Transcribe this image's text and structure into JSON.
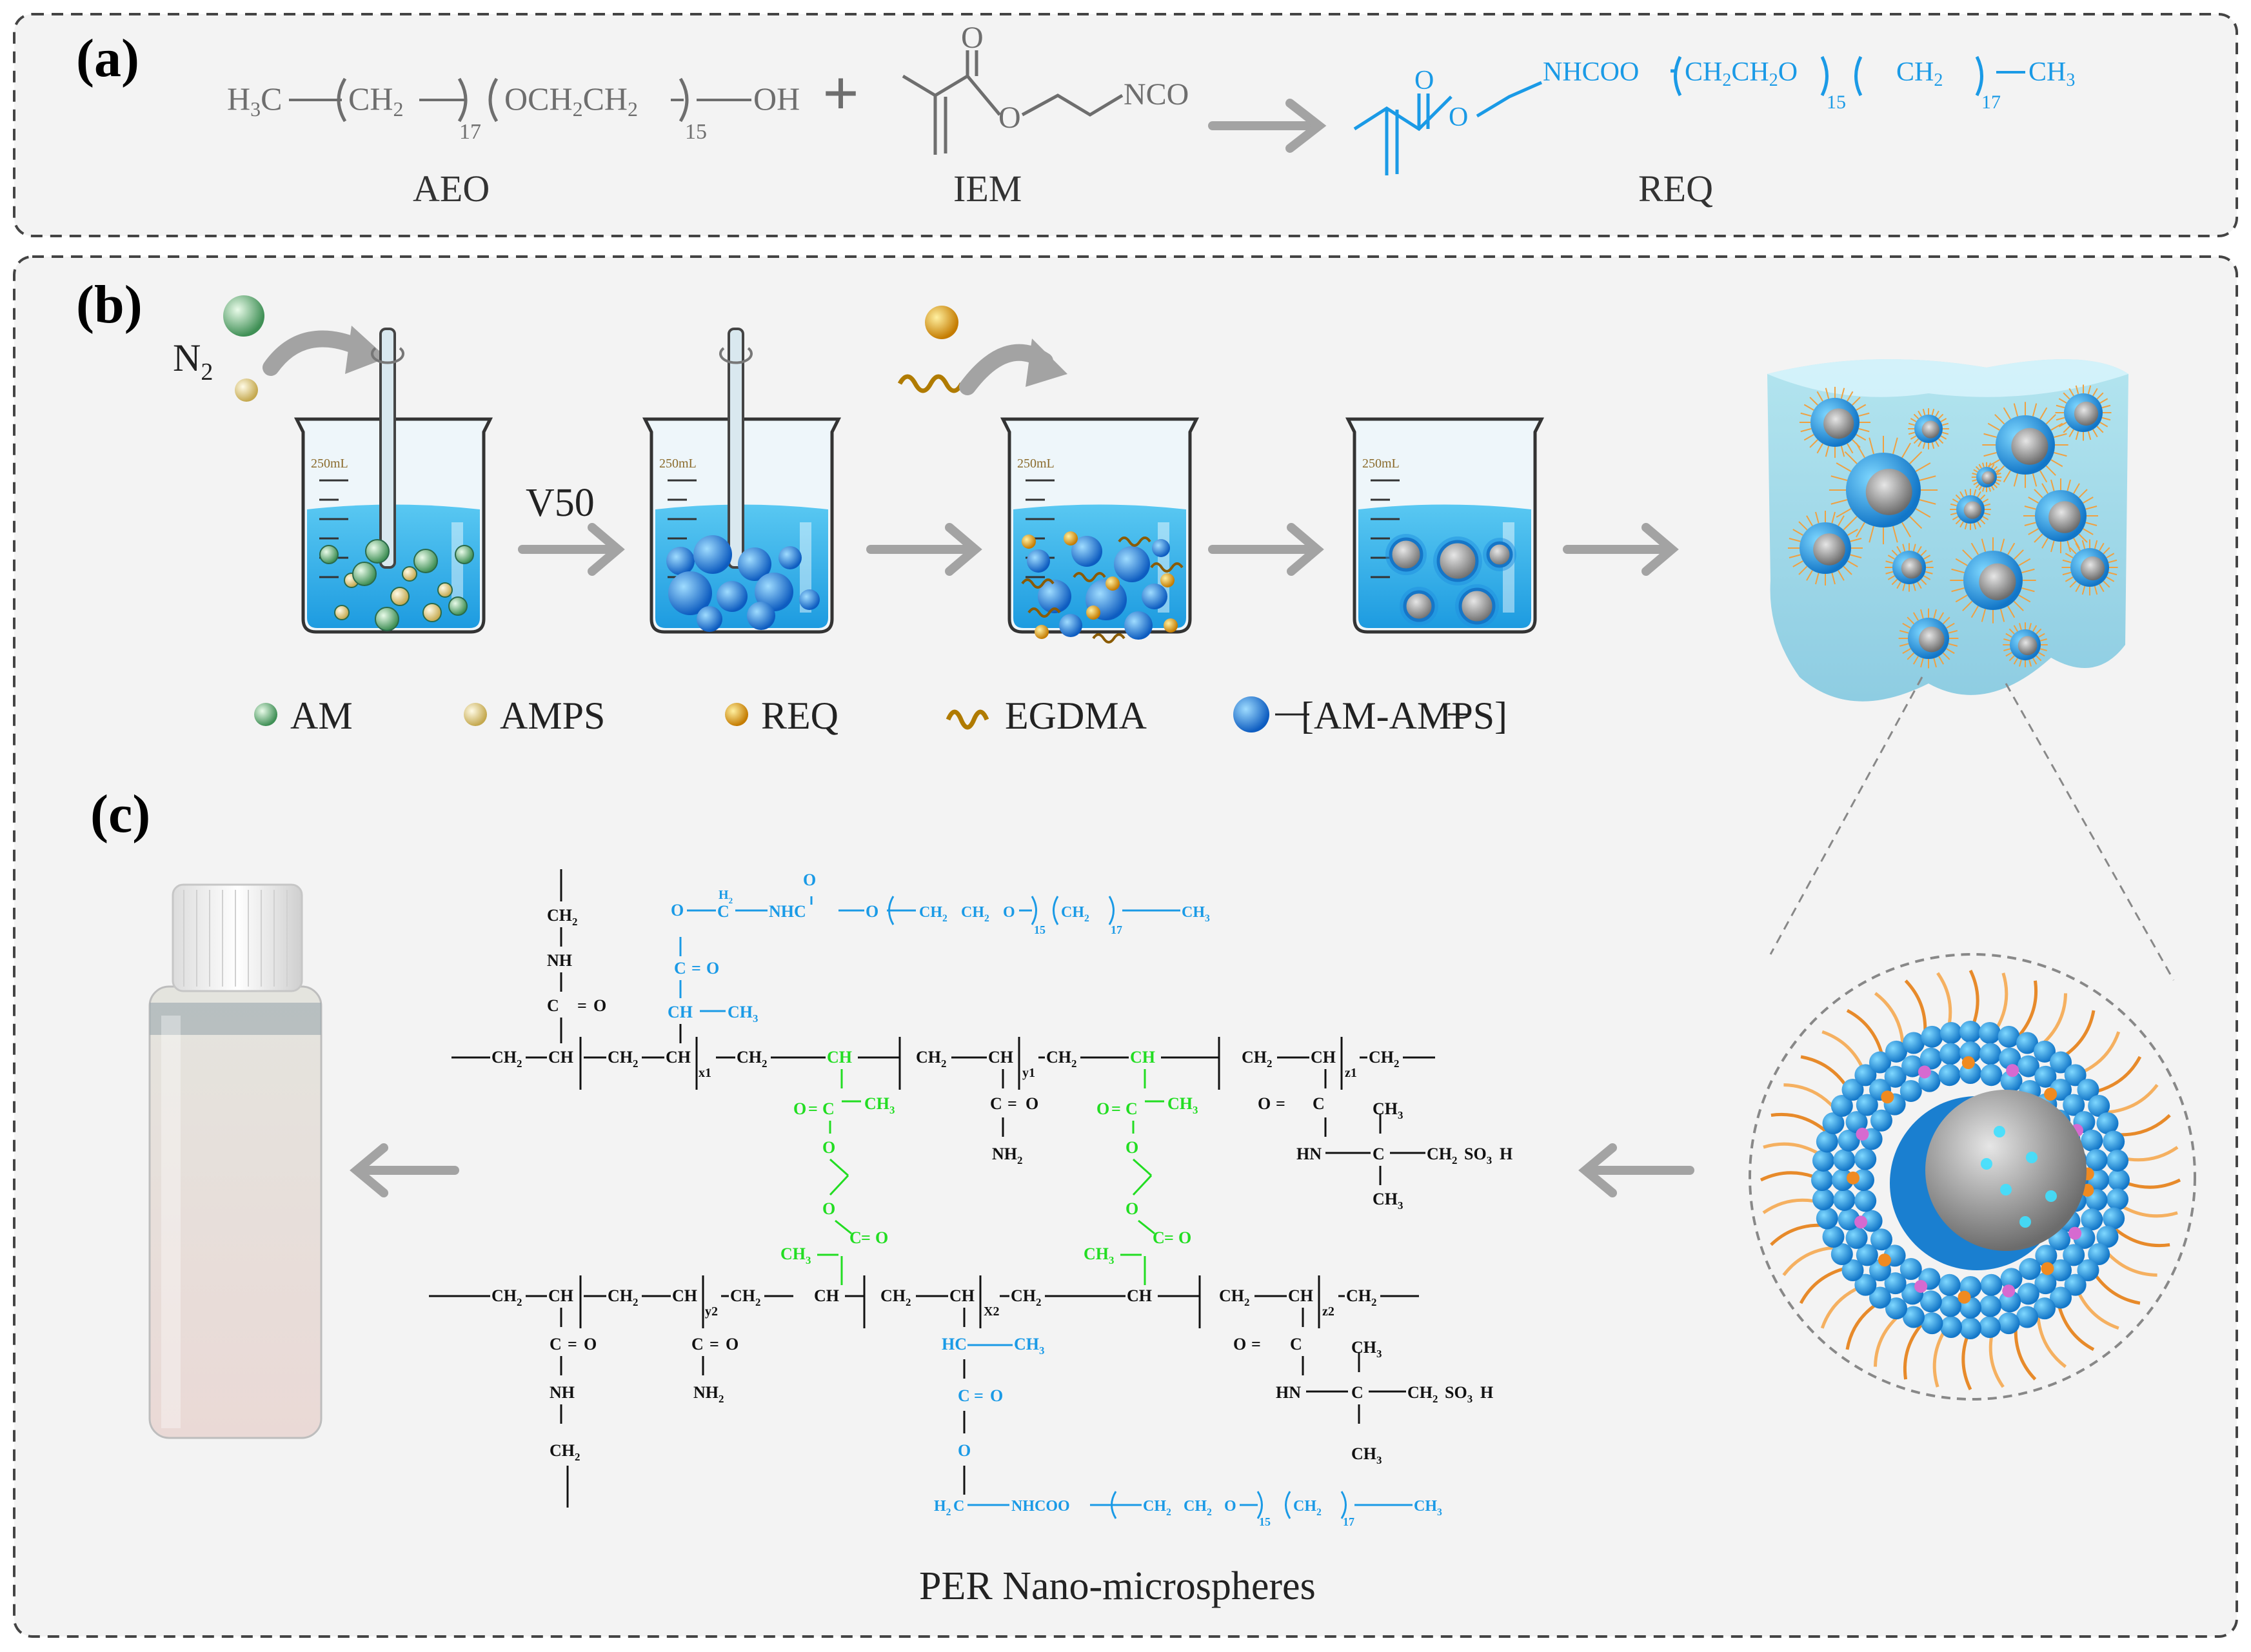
{
  "panel_a": {
    "label": "(a)",
    "aeo": {
      "formula_left": "H",
      "formula_left_sub": "3",
      "formula_c": "C",
      "unit1": "CH",
      "unit1_sub": "2",
      "n1": "17",
      "unit2": "OCH",
      "unit2_sub": "2",
      "unit2b": "CH",
      "unit2b_sub": "2",
      "n2": "15",
      "end": "OH",
      "name": "AEO"
    },
    "plus": "+",
    "iem": {
      "o_label": "O",
      "o_ester": "O",
      "nco": "NCO",
      "name": "IEM"
    },
    "req": {
      "o_label": "O",
      "o_ester": "O",
      "nhcoo": "NHCOO",
      "unit1": "CH",
      "unit1_sub": "2",
      "unit1b": "CH",
      "unit1b_sub": "2",
      "unit1c": "O",
      "n1": "15",
      "unit2": "CH",
      "unit2_sub": "2",
      "n2": "17",
      "end": "CH",
      "end_sub": "3",
      "name": "REQ"
    }
  },
  "panel_b": {
    "label": "(b)",
    "gas": "N",
    "gas_sub": "2",
    "beaker_volume": "250mL",
    "initiator": "V50",
    "legend": [
      {
        "name": "AM",
        "color": "#8fc79a"
      },
      {
        "name": "AMPS",
        "color": "#efe3a8"
      },
      {
        "name": "REQ",
        "color": "#f0b400"
      },
      {
        "name": "EGDMA",
        "color": "#b07b00"
      },
      {
        "name": "[AM-AMPS]",
        "color": "#1f7fe0"
      }
    ]
  },
  "panel_c": {
    "label": "(c)",
    "caption": "PER Nano-microspheres",
    "colors": {
      "black": "#111111",
      "blue": "#1a9ae6",
      "green": "#22dd22"
    },
    "chem": {
      "ch2": "CH",
      "sub2": "2",
      "nh": "NH",
      "c": "C",
      "o": "O",
      "ch": "CH",
      "ch3": "CH",
      "sub3": "3",
      "hc": "HC",
      "h2c": "H",
      "h2c_c": "C",
      "h2": "H",
      "nh2": "NH",
      "hn": "HN",
      "so3h": "CH",
      "so3h_b": "SO",
      "so3h_h": "H",
      "nhc": "NHC",
      "nhcoo": "NHCOO",
      "ch2ch2o": "CH",
      "ch2ch2o_b": "CH",
      "ch2ch2o_c": "O",
      "n15": "15",
      "n17": "17",
      "x1": "x1",
      "y1": "y1",
      "z1": "z1",
      "y2": "y2",
      "x2": "X2",
      "z2": "z2",
      "eq": "="
    }
  },
  "colors": {
    "arrow": "#a3a3a3",
    "panel_bg": "#f3f3f3",
    "border": "#444444",
    "gray_text": "#6e6e6e",
    "blue": "#1a9ae6",
    "water": "#3fb6e8"
  }
}
